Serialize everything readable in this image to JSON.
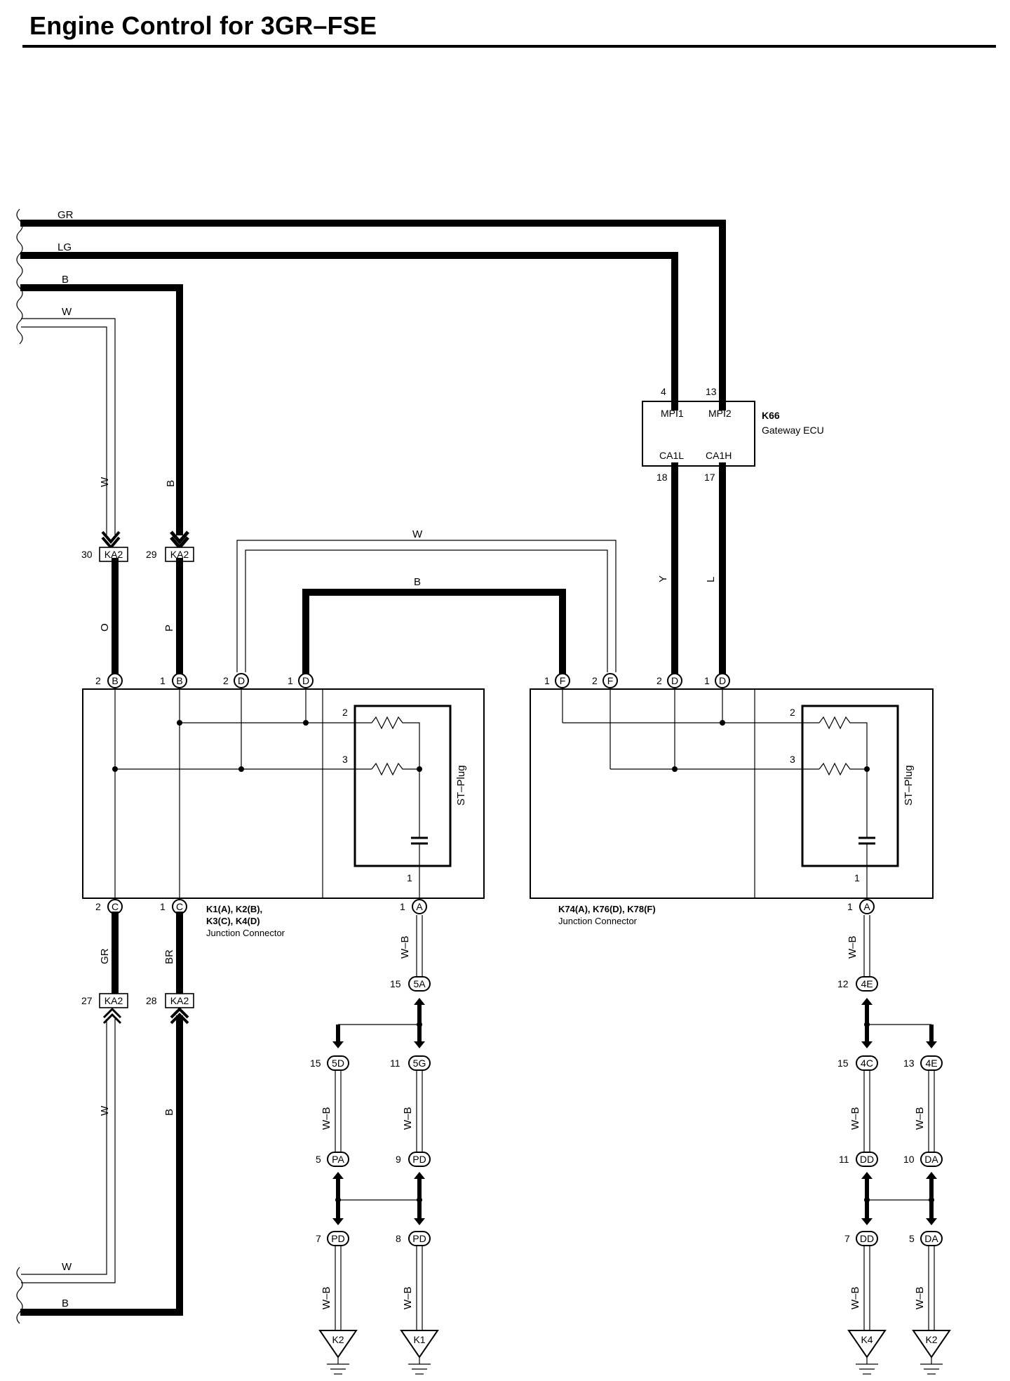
{
  "title": "Engine Control for 3GR–FSE",
  "wires": {
    "gr": "GR",
    "lg": "LG",
    "b": "B",
    "w": "W",
    "o": "O",
    "p": "P",
    "y": "Y",
    "l": "L",
    "br": "BR",
    "wb": "W–B"
  },
  "gateway_ecu": {
    "id": "K66",
    "name": "Gateway ECU",
    "pins": [
      "MPI1",
      "MPI2",
      "CA1L",
      "CA1H"
    ],
    "pin_numbers": [
      "4",
      "13",
      "18",
      "17"
    ]
  },
  "connectors": {
    "ka2": "KA2",
    "a5": "5A",
    "d5": "5D",
    "g5": "5G",
    "pa": "PA",
    "pd": "PD",
    "e4": "4E",
    "c4": "4C",
    "dd": "DD",
    "da": "DA",
    "a": "A",
    "b": "B",
    "c": "C",
    "d": "D",
    "f": "F"
  },
  "pin_numbers": {
    "n1": "1",
    "n2": "2",
    "n3": "3",
    "n5": "5",
    "n7": "7",
    "n8": "8",
    "n9": "9",
    "n10": "10",
    "n11": "11",
    "n12": "12",
    "n13": "13",
    "n15": "15",
    "n27": "27",
    "n28": "28",
    "n29": "29",
    "n30": "30"
  },
  "junction_left": {
    "line1": "K1(A), K2(B),",
    "line2": "K3(C), K4(D)",
    "line3": "Junction Connector"
  },
  "junction_right": {
    "line1": "K74(A), K76(D), K78(F)",
    "line2": "Junction Connector"
  },
  "st_plug": "ST–Plug",
  "grounds": [
    "K2",
    "K1",
    "K4",
    "K2"
  ]
}
